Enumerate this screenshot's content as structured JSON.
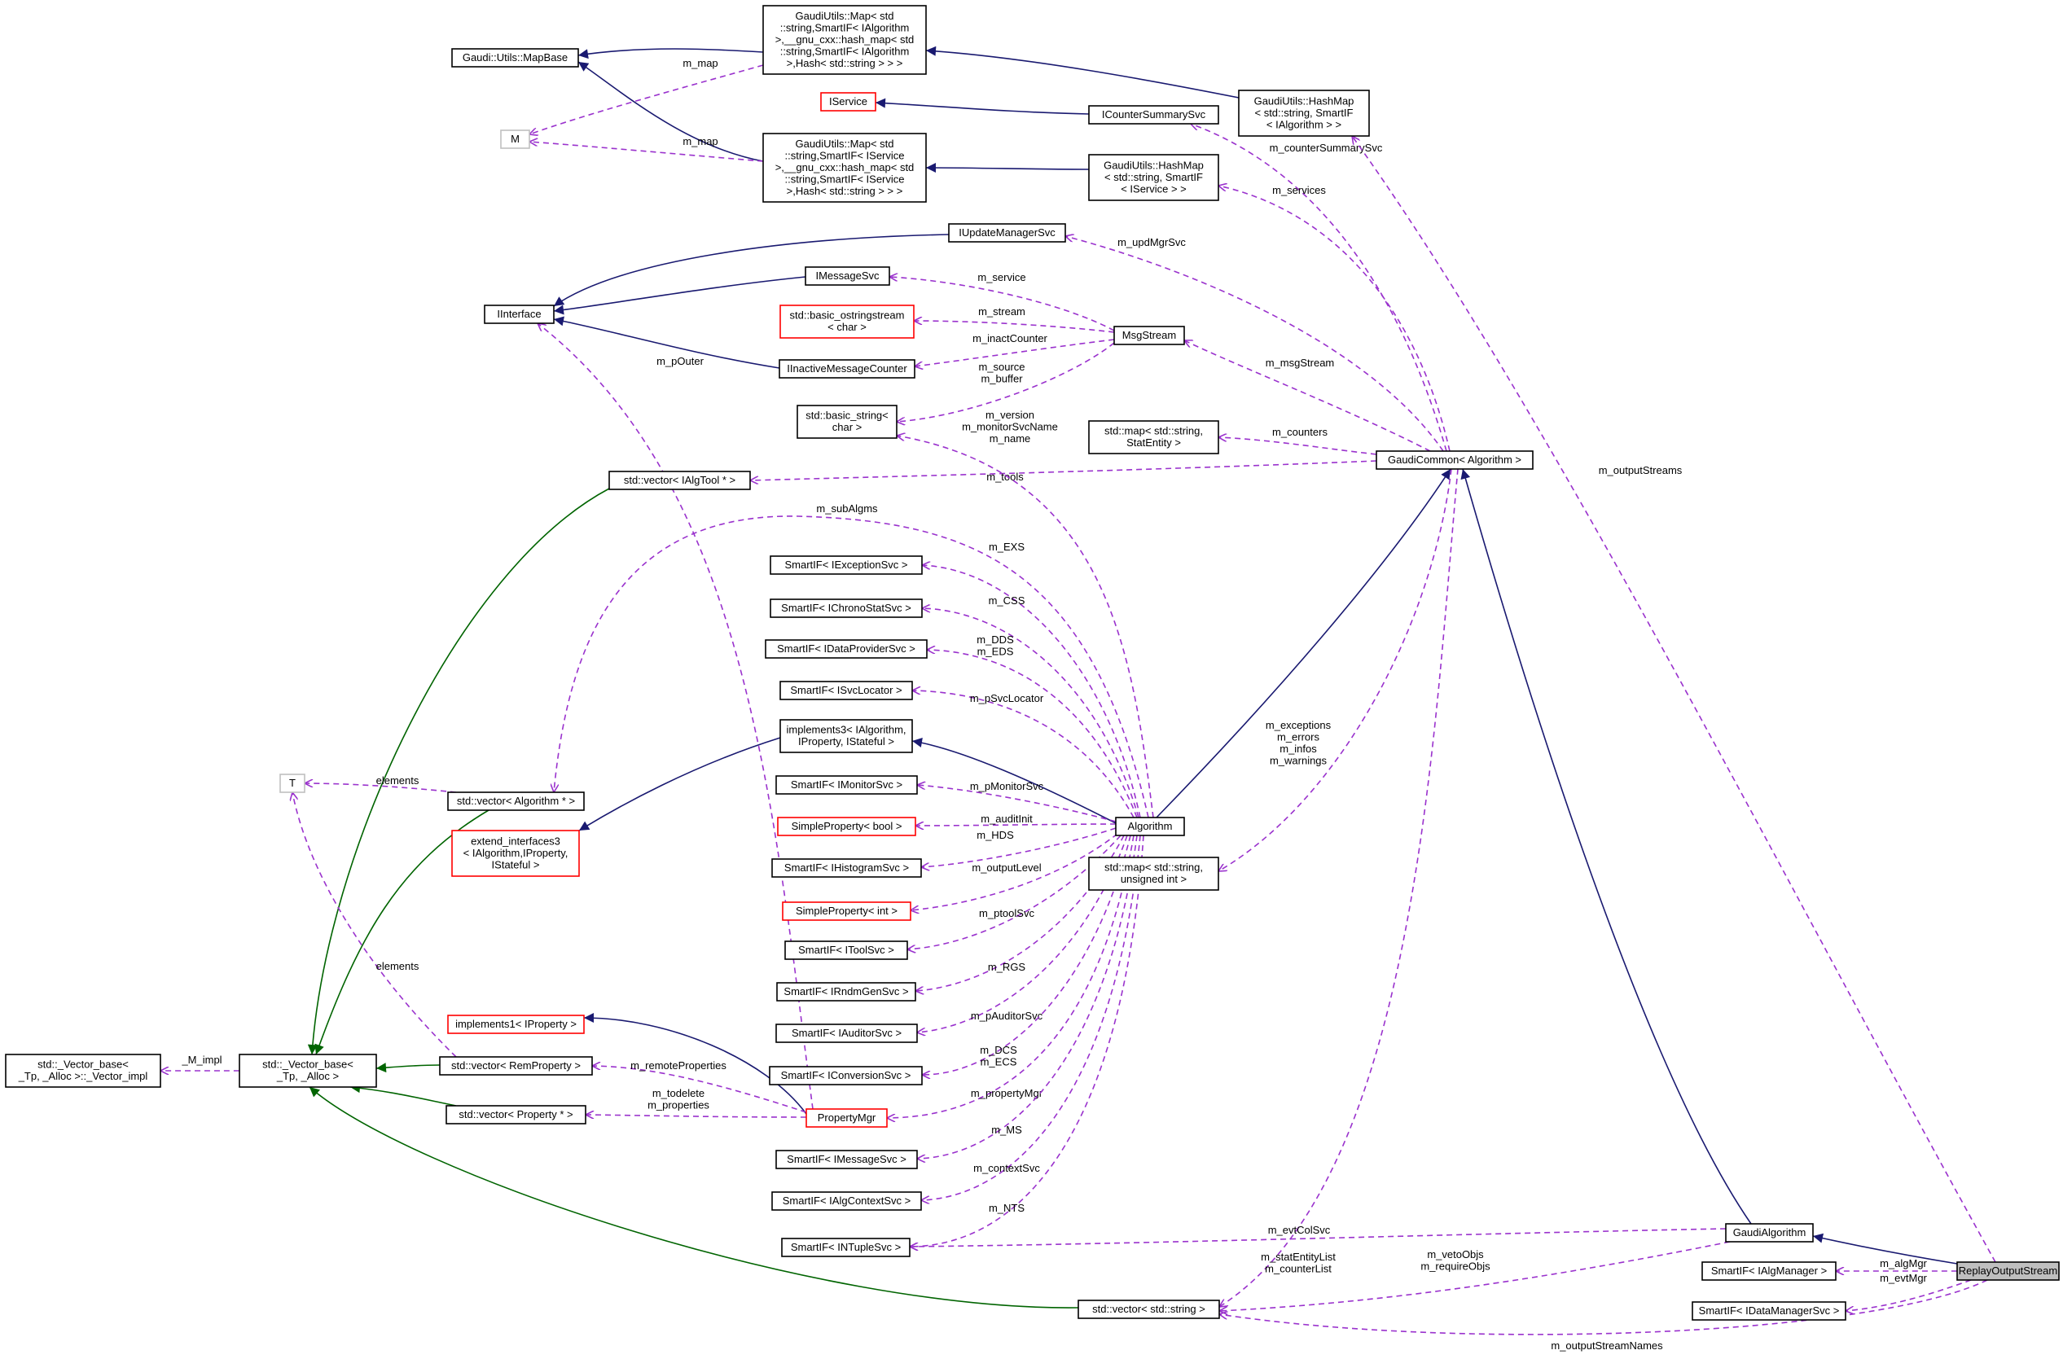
{
  "colors": {
    "inherit_public": "#191970",
    "inherit_template": "#006400",
    "usage": "#9a32cd",
    "node_border": "#000000",
    "node_border_undocumented": "#ff0000",
    "node_border_template_param": "#bfbfbf",
    "highlight_fill": "#bfbfbf"
  },
  "nodes": [
    {
      "id": "mapbase",
      "label": [
        "Gaudi::Utils::MapBase"
      ]
    },
    {
      "id": "map_alg",
      "label": [
        "GaudiUtils::Map< std",
        "::string,SmartIF< IAlgorithm",
        ">,__gnu_cxx::hash_map< std",
        "::string,SmartIF< IAlgorithm",
        ">,Hash< std::string > > >"
      ]
    },
    {
      "id": "M",
      "label": [
        "M"
      ],
      "style": "grey"
    },
    {
      "id": "map_svc",
      "label": [
        "GaudiUtils::Map< std",
        "::string,SmartIF< IService",
        ">,__gnu_cxx::hash_map< std",
        "::string,SmartIF< IService",
        ">,Hash< std::string > > >"
      ]
    },
    {
      "id": "iservice",
      "label": [
        "IService"
      ],
      "style": "red"
    },
    {
      "id": "icountersummarysvc",
      "label": [
        "ICounterSummarySvc"
      ]
    },
    {
      "id": "hashmap_alg",
      "label": [
        "GaudiUtils::HashMap",
        "< std::string, SmartIF",
        "< IAlgorithm > >"
      ]
    },
    {
      "id": "hashmap_svc",
      "label": [
        "GaudiUtils::HashMap",
        "< std::string, SmartIF",
        "< IService > >"
      ]
    },
    {
      "id": "iupdatemanagersvc",
      "label": [
        "IUpdateManagerSvc"
      ]
    },
    {
      "id": "imessagesvc",
      "label": [
        "IMessageSvc"
      ]
    },
    {
      "id": "iinterface",
      "label": [
        "IInterface"
      ]
    },
    {
      "id": "ostringstream",
      "label": [
        "std::basic_ostringstream",
        "< char >"
      ],
      "style": "red"
    },
    {
      "id": "msgstream",
      "label": [
        "MsgStream"
      ]
    },
    {
      "id": "iinactive",
      "label": [
        "IInactiveMessageCounter"
      ]
    },
    {
      "id": "basic_string",
      "label": [
        "std::basic_string<",
        "char >"
      ]
    },
    {
      "id": "map_statentity",
      "label": [
        "std::map< std::string,",
        "StatEntity >"
      ]
    },
    {
      "id": "gaudicommon",
      "label": [
        "GaudiCommon< Algorithm >"
      ]
    },
    {
      "id": "vec_algtool",
      "label": [
        "std::vector< IAlgTool * >"
      ]
    },
    {
      "id": "si_exception",
      "label": [
        "SmartIF< IExceptionSvc >"
      ]
    },
    {
      "id": "si_chrono",
      "label": [
        "SmartIF< IChronoStatSvc >"
      ]
    },
    {
      "id": "si_dataprovider",
      "label": [
        "SmartIF< IDataProviderSvc >"
      ]
    },
    {
      "id": "si_svclocator",
      "label": [
        "SmartIF< ISvcLocator >"
      ]
    },
    {
      "id": "implements3",
      "label": [
        "implements3< IAlgorithm,",
        "IProperty, IStateful >"
      ]
    },
    {
      "id": "T",
      "label": [
        "T"
      ],
      "style": "grey"
    },
    {
      "id": "vec_algorithm",
      "label": [
        "std::vector< Algorithm * >"
      ]
    },
    {
      "id": "si_monitor",
      "label": [
        "SmartIF< IMonitorSvc >"
      ]
    },
    {
      "id": "extend3",
      "label": [
        "extend_interfaces3",
        "< IAlgorithm,IProperty,",
        "IStateful >"
      ],
      "style": "red"
    },
    {
      "id": "sp_bool",
      "label": [
        "SimpleProperty< bool >"
      ],
      "style": "red"
    },
    {
      "id": "algorithm",
      "label": [
        "Algorithm"
      ]
    },
    {
      "id": "si_histogram",
      "label": [
        "SmartIF< IHistogramSvc >"
      ]
    },
    {
      "id": "map_uint",
      "label": [
        "std::map< std::string,",
        "unsigned int >"
      ]
    },
    {
      "id": "sp_int",
      "label": [
        "SimpleProperty< int >"
      ],
      "style": "red"
    },
    {
      "id": "si_tool",
      "label": [
        "SmartIF< IToolSvc >"
      ]
    },
    {
      "id": "si_rndm",
      "label": [
        "SmartIF< IRndmGenSvc >"
      ]
    },
    {
      "id": "implements1",
      "label": [
        "implements1< IProperty >"
      ],
      "style": "red"
    },
    {
      "id": "si_auditor",
      "label": [
        "SmartIF< IAuditorSvc >"
      ]
    },
    {
      "id": "vector_impl",
      "label": [
        "std::_Vector_base<",
        "_Tp, _Alloc >::_Vector_impl"
      ]
    },
    {
      "id": "vector_base",
      "label": [
        "std::_Vector_base<",
        "_Tp, _Alloc >"
      ]
    },
    {
      "id": "vec_remproperty",
      "label": [
        "std::vector< RemProperty >"
      ]
    },
    {
      "id": "si_conversion",
      "label": [
        "SmartIF< IConversionSvc >"
      ]
    },
    {
      "id": "propertymgr",
      "label": [
        "PropertyMgr"
      ],
      "style": "red"
    },
    {
      "id": "vec_property",
      "label": [
        "std::vector< Property * >"
      ]
    },
    {
      "id": "si_messagesvc",
      "label": [
        "SmartIF< IMessageSvc >"
      ]
    },
    {
      "id": "si_algcontext",
      "label": [
        "SmartIF< IAlgContextSvc >"
      ]
    },
    {
      "id": "si_ntuple",
      "label": [
        "SmartIF< INTupleSvc >"
      ]
    },
    {
      "id": "gaudialgorithm",
      "label": [
        "GaudiAlgorithm"
      ]
    },
    {
      "id": "si_algmanager",
      "label": [
        "SmartIF< IAlgManager >"
      ]
    },
    {
      "id": "replay",
      "label": [
        "ReplayOutputStream"
      ],
      "style": "highlight"
    },
    {
      "id": "si_datamanager",
      "label": [
        "SmartIF< IDataManagerSvc >"
      ]
    },
    {
      "id": "vec_string",
      "label": [
        "std::vector< std::string >"
      ]
    }
  ],
  "edges": [
    {
      "id": "e_mapalg_mapbase",
      "kind": "inherit"
    },
    {
      "id": "e_mapsvc_mapbase",
      "kind": "inherit"
    },
    {
      "id": "e_hmalg_mapalg",
      "kind": "inherit"
    },
    {
      "id": "e_hmsvc_mapsvc",
      "kind": "inherit"
    },
    {
      "id": "e_ics_iservice",
      "kind": "inherit"
    },
    {
      "id": "e_iupd_iinterface",
      "kind": "inherit"
    },
    {
      "id": "e_imsg_iinterface",
      "kind": "inherit"
    },
    {
      "id": "e_iinact_iinterface",
      "kind": "inherit"
    },
    {
      "id": "e_algorithm_impl3",
      "kind": "inherit"
    },
    {
      "id": "e_impl3_extend3",
      "kind": "inherit"
    },
    {
      "id": "e_propmgr_impl1",
      "kind": "inherit"
    },
    {
      "id": "e_algorithm_gc",
      "kind": "inherit"
    },
    {
      "id": "e_gaudialg_gc",
      "kind": "inherit"
    },
    {
      "id": "e_replay_gaudialg",
      "kind": "inherit"
    },
    {
      "id": "e_vecalgtool_vb",
      "kind": "template"
    },
    {
      "id": "e_vecalgo_vb",
      "kind": "template"
    },
    {
      "id": "e_vecrem_vb",
      "kind": "template"
    },
    {
      "id": "e_vecprop_vb",
      "kind": "template"
    },
    {
      "id": "e_vecstr_vb",
      "kind": "template"
    },
    {
      "id": "u_mapalg_M",
      "kind": "usage",
      "label": [
        "m_map"
      ]
    },
    {
      "id": "u_mapsvc_M",
      "kind": "usage",
      "label": [
        "m_map"
      ]
    },
    {
      "id": "u_ms_imsg",
      "kind": "usage",
      "label": [
        "m_service"
      ]
    },
    {
      "id": "u_ms_oss",
      "kind": "usage",
      "label": [
        "m_stream"
      ]
    },
    {
      "id": "u_ms_iinact",
      "kind": "usage",
      "label": [
        "m_inactCounter"
      ]
    },
    {
      "id": "u_ms_bs",
      "kind": "usage",
      "label": [
        "m_source",
        "m_buffer"
      ]
    },
    {
      "id": "u_gc_ics",
      "kind": "usage",
      "label": [
        "m_counterSummarySvc"
      ]
    },
    {
      "id": "u_gc_hmsvc",
      "kind": "usage",
      "label": [
        "m_services"
      ]
    },
    {
      "id": "u_gc_iupd",
      "kind": "usage",
      "label": [
        "m_updMgrSvc"
      ]
    },
    {
      "id": "u_gc_ms",
      "kind": "usage",
      "label": [
        "m_msgStream"
      ]
    },
    {
      "id": "u_gc_mapstat",
      "kind": "usage",
      "label": [
        "m_counters"
      ]
    },
    {
      "id": "u_gc_vecalgtool",
      "kind": "usage",
      "label": [
        "m_tools"
      ]
    },
    {
      "id": "u_gc_mapuint",
      "kind": "usage",
      "label": [
        "m_exceptions",
        "m_errors",
        "m_infos",
        "m_warnings"
      ]
    },
    {
      "id": "u_gc_vecstr",
      "kind": "usage",
      "label": [
        "m_statEntityList",
        "m_counterList"
      ]
    },
    {
      "id": "u_algo_bs",
      "kind": "usage",
      "label": [
        "m_version",
        "m_monitorSvcName",
        "m_name"
      ]
    },
    {
      "id": "u_algo_iinterface",
      "kind": "usage",
      "label": [
        "m_pOuter"
      ]
    },
    {
      "id": "u_algo_vecalgo",
      "kind": "usage",
      "label": [
        "m_subAlgms"
      ]
    },
    {
      "id": "u_algo_exc",
      "kind": "usage",
      "label": [
        "m_EXS"
      ]
    },
    {
      "id": "u_algo_chrono",
      "kind": "usage",
      "label": [
        "m_CSS"
      ]
    },
    {
      "id": "u_algo_dp",
      "kind": "usage",
      "label": [
        "m_DDS",
        "m_EDS"
      ]
    },
    {
      "id": "u_algo_svcloc",
      "kind": "usage",
      "label": [
        "m_pSvcLocator"
      ]
    },
    {
      "id": "u_algo_mon",
      "kind": "usage",
      "label": [
        "m_pMonitorSvc"
      ]
    },
    {
      "id": "u_algo_spbool",
      "kind": "usage",
      "label": [
        "m_auditInit"
      ]
    },
    {
      "id": "u_algo_hist",
      "kind": "usage",
      "label": [
        "m_HDS"
      ]
    },
    {
      "id": "u_algo_spint",
      "kind": "usage",
      "label": [
        "m_outputLevel"
      ]
    },
    {
      "id": "u_algo_tool",
      "kind": "usage",
      "label": [
        "m_ptoolSvc"
      ]
    },
    {
      "id": "u_algo_rndm",
      "kind": "usage",
      "label": [
        "m_RGS"
      ]
    },
    {
      "id": "u_algo_aud",
      "kind": "usage",
      "label": [
        "m_pAuditorSvc"
      ]
    },
    {
      "id": "u_algo_conv",
      "kind": "usage",
      "label": [
        "m_DCS",
        "m_ECS"
      ]
    },
    {
      "id": "u_algo_pm",
      "kind": "usage",
      "label": [
        "m_propertyMgr"
      ]
    },
    {
      "id": "u_algo_msgsvc",
      "kind": "usage",
      "label": [
        "m_MS"
      ]
    },
    {
      "id": "u_algo_ctx",
      "kind": "usage",
      "label": [
        "m_contextSvc"
      ]
    },
    {
      "id": "u_algo_ntuple",
      "kind": "usage",
      "label": [
        "m_NTS"
      ]
    },
    {
      "id": "u_vecalgo_T",
      "kind": "usage",
      "label": [
        "elements"
      ]
    },
    {
      "id": "u_vecrem_T",
      "kind": "usage",
      "label": [
        "elements"
      ]
    },
    {
      "id": "u_vb_impl",
      "kind": "usage",
      "label": [
        "_M_impl"
      ]
    },
    {
      "id": "u_pm_vecrem",
      "kind": "usage",
      "label": [
        "m_remoteProperties"
      ]
    },
    {
      "id": "u_pm_vecprop",
      "kind": "usage",
      "label": [
        "m_todelete",
        "m_properties"
      ]
    },
    {
      "id": "u_ga_ntuple",
      "kind": "usage",
      "label": [
        "m_evtColSvc"
      ]
    },
    {
      "id": "u_ga_vecstr",
      "kind": "usage",
      "label": [
        "m_vetoObjs",
        "m_requireObjs"
      ]
    },
    {
      "id": "u_replay_algmgr",
      "kind": "usage",
      "label": [
        "m_algMgr"
      ]
    },
    {
      "id": "u_replay_datamgr",
      "kind": "usage",
      "label": [
        "m_evtMgr"
      ]
    },
    {
      "id": "u_replay_hmalg",
      "kind": "usage",
      "label": [
        "m_outputStreams"
      ]
    },
    {
      "id": "u_replay_vecstr",
      "kind": "usage",
      "label": [
        "m_outputStreamNames"
      ]
    }
  ]
}
